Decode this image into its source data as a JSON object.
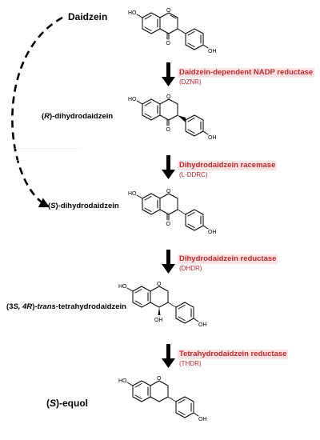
{
  "compounds": [
    {
      "pre": "Daidzein",
      "italic": "",
      "post": "",
      "suffix": ""
    },
    {
      "pre": "(",
      "italic": "R",
      "post": ")-dihydrodaidzein",
      "suffix": ""
    },
    {
      "pre": "(",
      "italic": "S",
      "post": ")-dihydrodaidzein",
      "suffix": ""
    },
    {
      "pre": "(3",
      "italic": "S, 4R",
      "post": ")-",
      "italic2": "trans",
      "suffix": "-tetrahydrodaidzein"
    },
    {
      "pre": "(",
      "italic": "S",
      "post": ")-equol",
      "suffix": ""
    }
  ],
  "enzymes": [
    {
      "name": "Daidzein-dependent NADP reductase",
      "abbr": "(DZNR)"
    },
    {
      "name": "Dihydrodaidzein racemase",
      "abbr": "(L-DDRC)"
    },
    {
      "name": "Dihydrodaidzein reductase",
      "abbr": "(DHDR)"
    },
    {
      "name": "Tetrahydrodaidzein reductase",
      "abbr": "(THDR)"
    }
  ],
  "atoms": {
    "hydroxyl": "HO",
    "oh": "OH",
    "oxygen": "O"
  },
  "ghost_text": [
    "————————————",
    "——"
  ],
  "colors": {
    "enzyme_text": "#c0282d",
    "enzyme_highlight": "#fbe3e3",
    "arrow": "#000000"
  }
}
